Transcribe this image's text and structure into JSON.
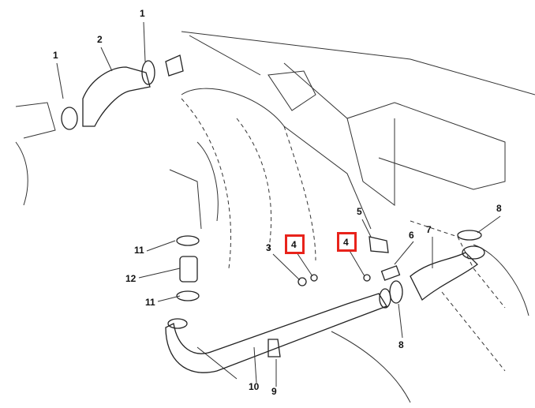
{
  "callouts": {
    "c1a": "1",
    "c1b": "1",
    "c2": "2",
    "c3": "3",
    "c4a": "4",
    "c4b": "4",
    "c5": "5",
    "c6": "6",
    "c7": "7",
    "c8a": "8",
    "c8b": "8",
    "c9": "9",
    "c10": "10",
    "c11a": "11",
    "c11b": "11",
    "c12": "12"
  },
  "highlight_color": "#e8231b"
}
